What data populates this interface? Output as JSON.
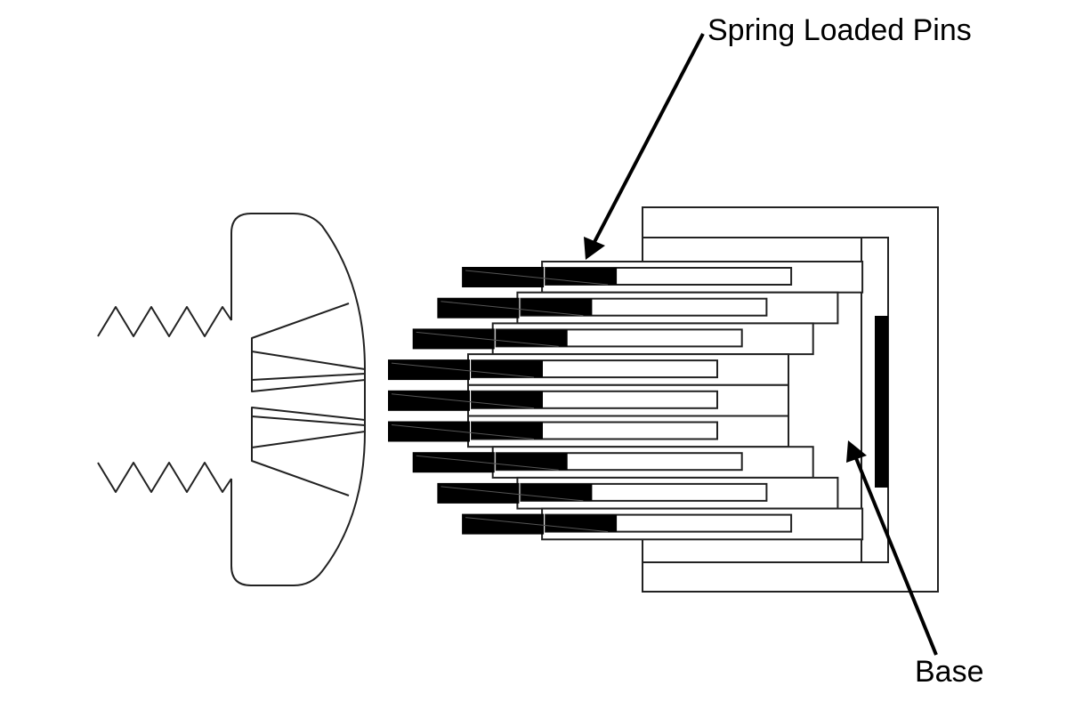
{
  "labels": {
    "spring_loaded_pins": "Spring Loaded Pins",
    "base": "Base"
  },
  "pins": {
    "rows": 9,
    "stagger_depths": [
      3,
      2,
      1,
      0,
      0,
      0,
      1,
      2,
      3
    ]
  },
  "colors": {
    "line": "#222222",
    "fill_dark": "#000000",
    "background": "#ffffff"
  }
}
